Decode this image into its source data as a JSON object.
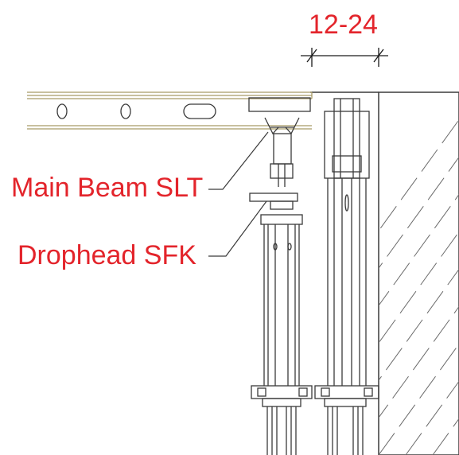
{
  "dimension": {
    "label": "12-24"
  },
  "callouts": {
    "main_beam": "Main Beam SLT",
    "drophead": "Drophead SFK"
  },
  "colors": {
    "label_red": "#e3242b",
    "line_dark": "#3a3a3a",
    "beam_outline": "#a89a66",
    "hatch": "#6b6b6b"
  }
}
